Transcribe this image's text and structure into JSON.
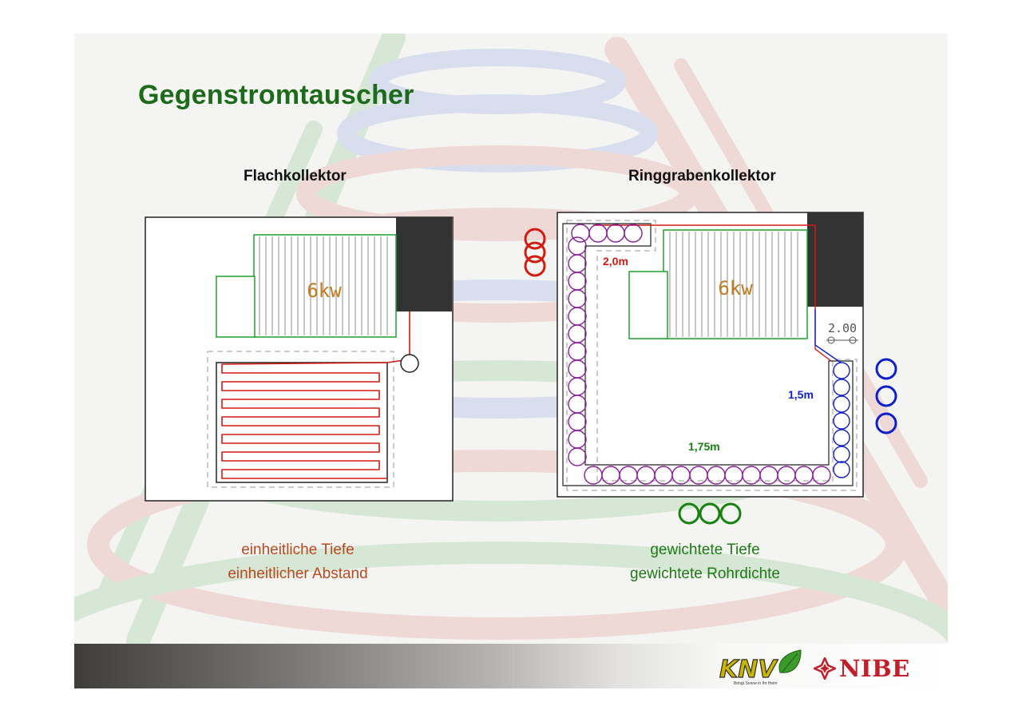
{
  "slide": {
    "title": "Gegenstromtauscher",
    "left_heading": "Flachkollektor",
    "right_heading": "Ringgrabenkollektor",
    "left_caption_line1": "einheitliche Tiefe",
    "left_caption_line2": "einheitlicher Abstand",
    "right_caption_line1": "gewichtete Tiefe",
    "right_caption_line2": "gewichtete Rohrdichte"
  },
  "left_plan": {
    "power_label": "6kw"
  },
  "right_plan": {
    "power_label": "6kw",
    "dim_red": "2,0m",
    "dim_blue": "1,5m",
    "dim_green": "1,75m",
    "dim_small": "2.00"
  },
  "footer": {
    "logo_knv_text": "KNV",
    "logo_knv_slogan": "Bringt Sonne in Ihr Heim",
    "logo_nibe_text": "NIBE"
  },
  "colors": {
    "title": "#1d6b1a",
    "pipe_red": "#d21c12",
    "pipe_blue": "#1020c8",
    "pipe_green": "#17820f",
    "pipe_purple": "#8a1e9a",
    "house": "#333333",
    "outline_green": "#22a030",
    "caption_red": "#b84a1e",
    "caption_green": "#1e7a14"
  },
  "icons": [
    "knv-leaf-icon",
    "nibe-star-icon"
  ]
}
